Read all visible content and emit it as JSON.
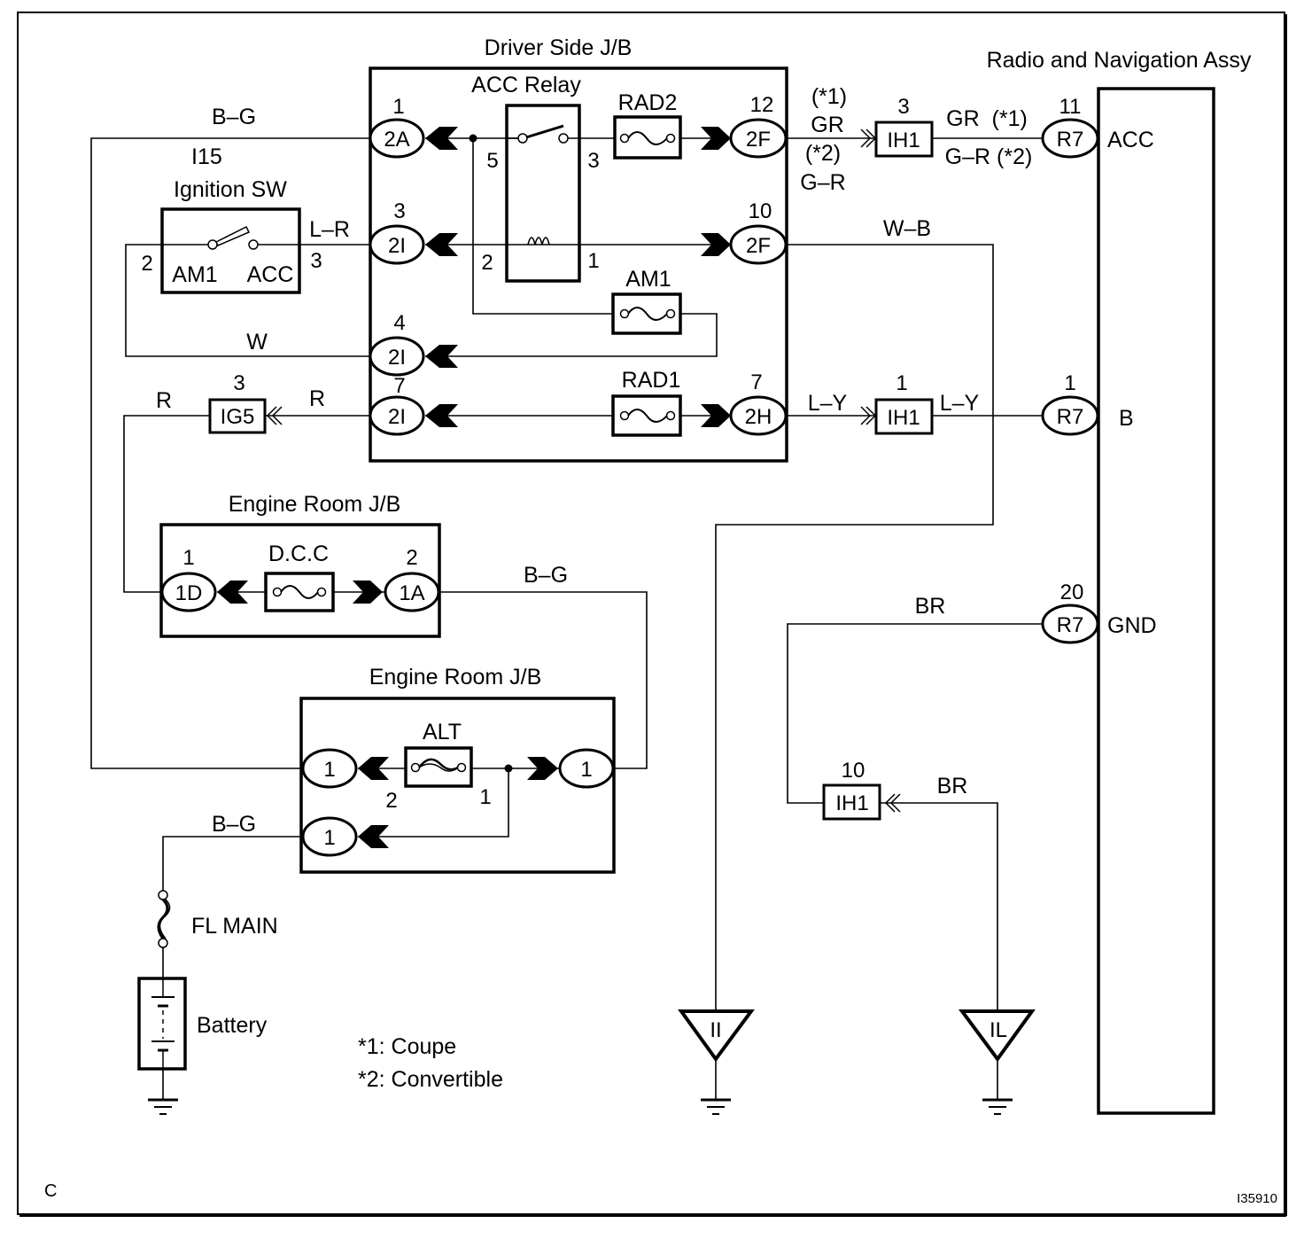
{
  "diagram": {
    "corner_letter": "C",
    "figure_id": "I35910",
    "colors": {
      "line": "#000000",
      "background": "#ffffff"
    },
    "components": {
      "driver_jb": {
        "title": "Driver Side J/B"
      },
      "acc_relay": {
        "title": "ACC Relay",
        "pins": [
          "5",
          "3",
          "2",
          "1"
        ]
      },
      "ignition_sw": {
        "code": "I15",
        "title": "Ignition SW",
        "left_pin": "2",
        "right_pin": "3",
        "label_left": "AM1",
        "label_right": "ACC"
      },
      "fuse_rad2": {
        "label": "RAD2"
      },
      "fuse_am1": {
        "label": "AM1"
      },
      "fuse_rad1": {
        "label": "RAD1"
      },
      "engine_jb_1": {
        "title": "Engine Room J/B",
        "fuse": "D.C.C"
      },
      "engine_jb_2": {
        "title": "Engine Room J/B",
        "fuse": "ALT",
        "alt_pin_left": "2",
        "alt_pin_right": "1"
      },
      "fl_main": {
        "label": "FL MAIN"
      },
      "battery": {
        "label": "Battery"
      },
      "radio": {
        "title": "Radio and Navigation Assy",
        "terminals": [
          "ACC",
          "B",
          "GND"
        ]
      },
      "ground_points": [
        "II",
        "IL"
      ]
    },
    "connectors": [
      {
        "id": "2A",
        "pin": "1"
      },
      {
        "id": "2I",
        "pin": "3"
      },
      {
        "id": "2I",
        "pin": "4"
      },
      {
        "id": "2I",
        "pin": "7"
      },
      {
        "id": "2F",
        "pin": "12"
      },
      {
        "id": "2F",
        "pin": "10"
      },
      {
        "id": "2H",
        "pin": "7"
      },
      {
        "id": "1D",
        "pin": "1"
      },
      {
        "id": "1A",
        "pin": "2"
      },
      {
        "id": "1",
        "pin": ""
      },
      {
        "id": "IH1",
        "pin": "3"
      },
      {
        "id": "IH1",
        "pin": "1"
      },
      {
        "id": "IH1",
        "pin": "10"
      },
      {
        "id": "IG5",
        "pin": "3"
      },
      {
        "id": "R7",
        "pin": "11"
      },
      {
        "id": "R7",
        "pin": "1"
      },
      {
        "id": "R7",
        "pin": "20"
      }
    ],
    "wires": {
      "bg_top": "B–G",
      "lr": "L–R",
      "w": "W",
      "r_left": "R",
      "r_right": "R",
      "gr_note1": "(*1)",
      "gr": "GR",
      "gr_note2": "(*2)",
      "gr_alt": "G–R",
      "gr_right_1": "GR  (*1)",
      "gr_right_2": "G–R (*2)",
      "wb": "W–B",
      "ly_left": "L–Y",
      "ly_right": "L–Y",
      "bg_mid": "B–G",
      "bg_bottom": "B–G",
      "br_top": "BR",
      "br_bottom": "BR"
    },
    "notes": [
      "*1: Coupe",
      "*2: Convertible"
    ]
  }
}
